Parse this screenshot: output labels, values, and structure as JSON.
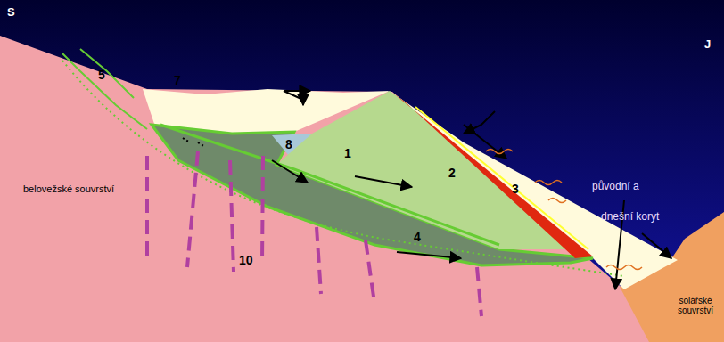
{
  "diagram": {
    "labels": [
      "S",
      "J",
      "5",
      "7",
      "8",
      "1",
      "2",
      "3",
      "4",
      "10",
      "belovežské souvrství",
      "solářské souvrství",
      "původní a",
      "dnešní koryt"
    ]
  }
}
